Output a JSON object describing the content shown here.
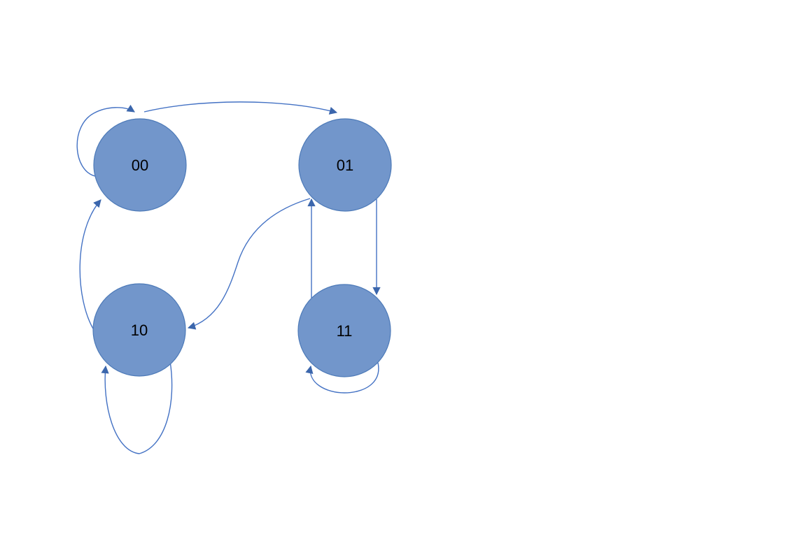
{
  "diagram": {
    "type": "state-transition-diagram",
    "background_color": "#ffffff",
    "node_fill_color": "#7296cb",
    "node_stroke_color": "#4d7ab8",
    "edge_color": "#4472c4",
    "arrowhead_color": "#3b66ac",
    "label_color": "#000000",
    "nodes": [
      {
        "id": "00",
        "label": "00"
      },
      {
        "id": "01",
        "label": "01"
      },
      {
        "id": "10",
        "label": "10"
      },
      {
        "id": "11",
        "label": "11"
      }
    ],
    "edges": [
      {
        "from": "00",
        "to": "00",
        "description": "self-loop upper-left of 00"
      },
      {
        "from": "00",
        "to": "01",
        "description": "arc over the top from 00 to 01"
      },
      {
        "from": "01",
        "to": "11",
        "description": "vertical line down on right side"
      },
      {
        "from": "11",
        "to": "01",
        "description": "vertical line up on left side"
      },
      {
        "from": "01",
        "to": "10",
        "description": "s-curve from bottom of 01 to right of 10"
      },
      {
        "from": "10",
        "to": "00",
        "description": "arc up the left side from 10 to 00"
      },
      {
        "from": "10",
        "to": "10",
        "description": "large self-loop below 10"
      },
      {
        "from": "11",
        "to": "11",
        "description": "small self-loop below 11"
      }
    ]
  }
}
